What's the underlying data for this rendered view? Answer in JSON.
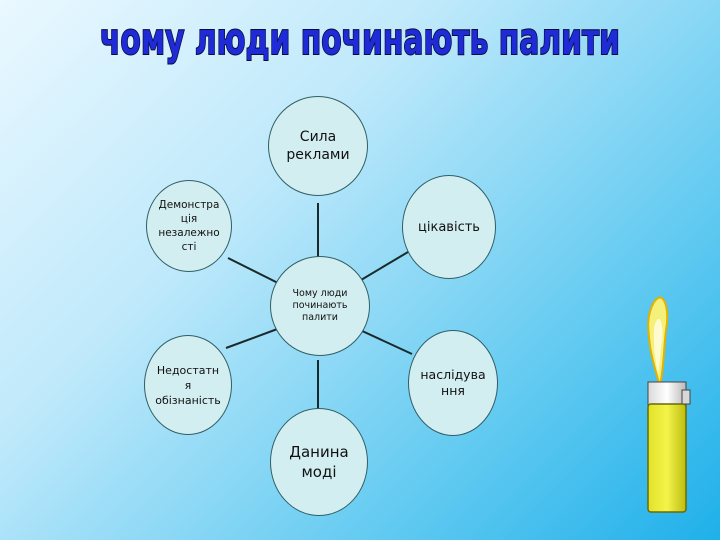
{
  "title": "чому люди починають палити",
  "center": {
    "label": "Чому люди\nпочинають\nпалити"
  },
  "nodes": {
    "top": "Сила\nреклами",
    "upper_left": "Демонстра\nція\nнезалежно\nсті",
    "upper_right": "цікавість",
    "lower_left": "Недостатн\nя\nобізнаність",
    "lower_right": "наслідува\nння",
    "bottom": "Данина\nмоді"
  }
}
